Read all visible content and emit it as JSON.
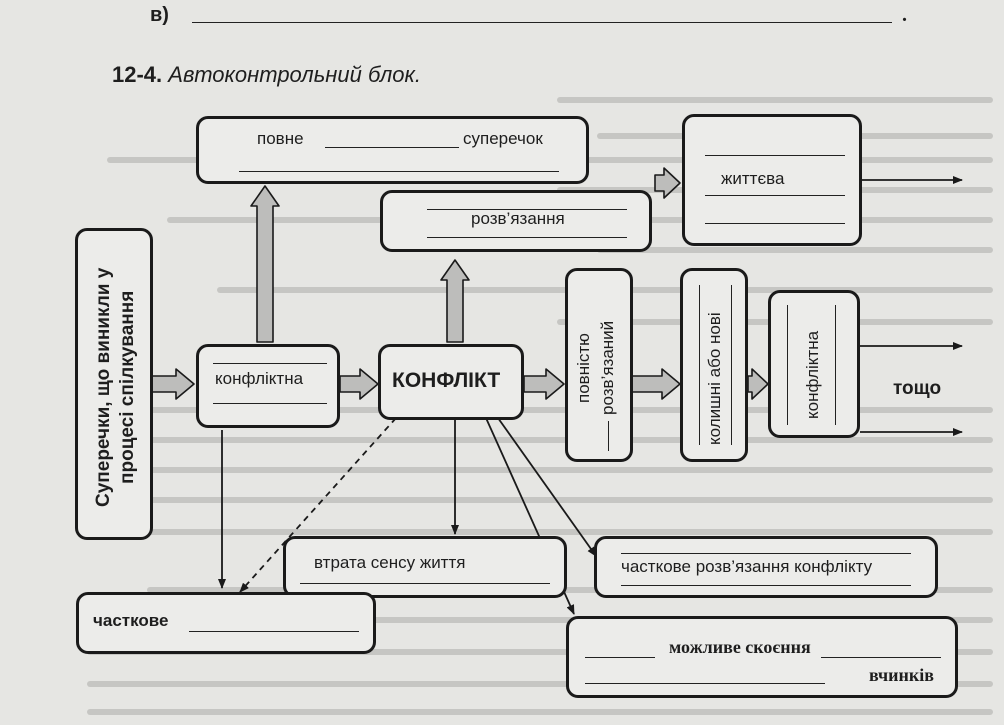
{
  "header": {
    "label": "в)",
    "end_mark": "."
  },
  "section": {
    "number": "12-4.",
    "title": "Автоконтрольний блок."
  },
  "diagram": {
    "disagreements_box": "Суперечки, що виникли у процесі спілкування",
    "conflictual_box": "конфліктна",
    "conflict_box": "КОНФЛІКТ",
    "complete_box": {
      "left": "повне",
      "right": "суперечок"
    },
    "resolution_box": "розв’язання",
    "vital_box": "життєва",
    "fully_resolved_box": "повністю розв’язаний",
    "former_or_new_box": "колишні або нові",
    "conflictual_vertical_box": "конфліктна",
    "which_label": "тощо",
    "loss_of_meaning_box": "втрата сенсу життя",
    "partial_resolution_box": "часткове розв’язання конфлікту",
    "partial_box": "часткове",
    "possible_acts_box": {
      "line1": "можливе скоєння",
      "line2": "вчинків"
    }
  }
}
